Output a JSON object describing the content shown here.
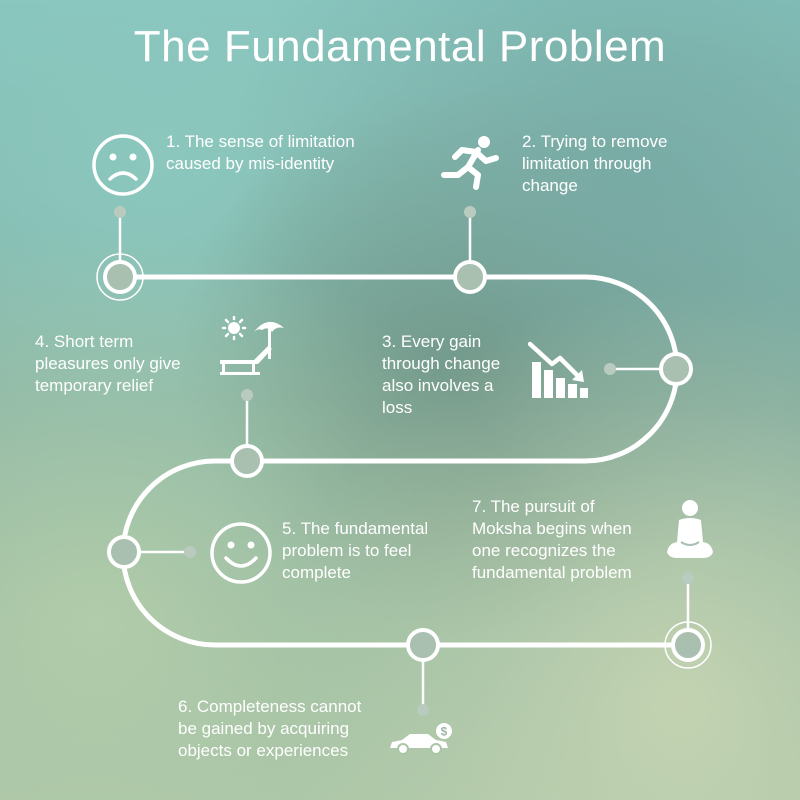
{
  "title": "The Fundamental Problem",
  "steps": [
    {
      "label": "1. The sense of limitation\ncaused by mis-identity",
      "icon": "sad-face-icon"
    },
    {
      "label": "2. Trying to remove\nlimitation through\nchange",
      "icon": "running-person-icon"
    },
    {
      "label": "3. Every gain\nthrough change\nalso involves a\nloss",
      "icon": "declining-chart-icon"
    },
    {
      "label": "4. Short term\npleasures only give\ntemporary relief",
      "icon": "beach-lounger-icon"
    },
    {
      "label": "5. The fundamental\nproblem is to feel\ncomplete",
      "icon": "smiley-face-icon"
    },
    {
      "label": "6. Completeness cannot\nbe gained by acquiring\nobjects or experiences",
      "icon": "car-money-icon"
    },
    {
      "label": "7. The pursuit of\nMoksha begins when\none recognizes the\nfundamental problem",
      "icon": "meditation-icon"
    }
  ],
  "colors": {
    "line": "#ffffff",
    "node_fill": "#a9bfb0",
    "text": "#ffffff"
  }
}
